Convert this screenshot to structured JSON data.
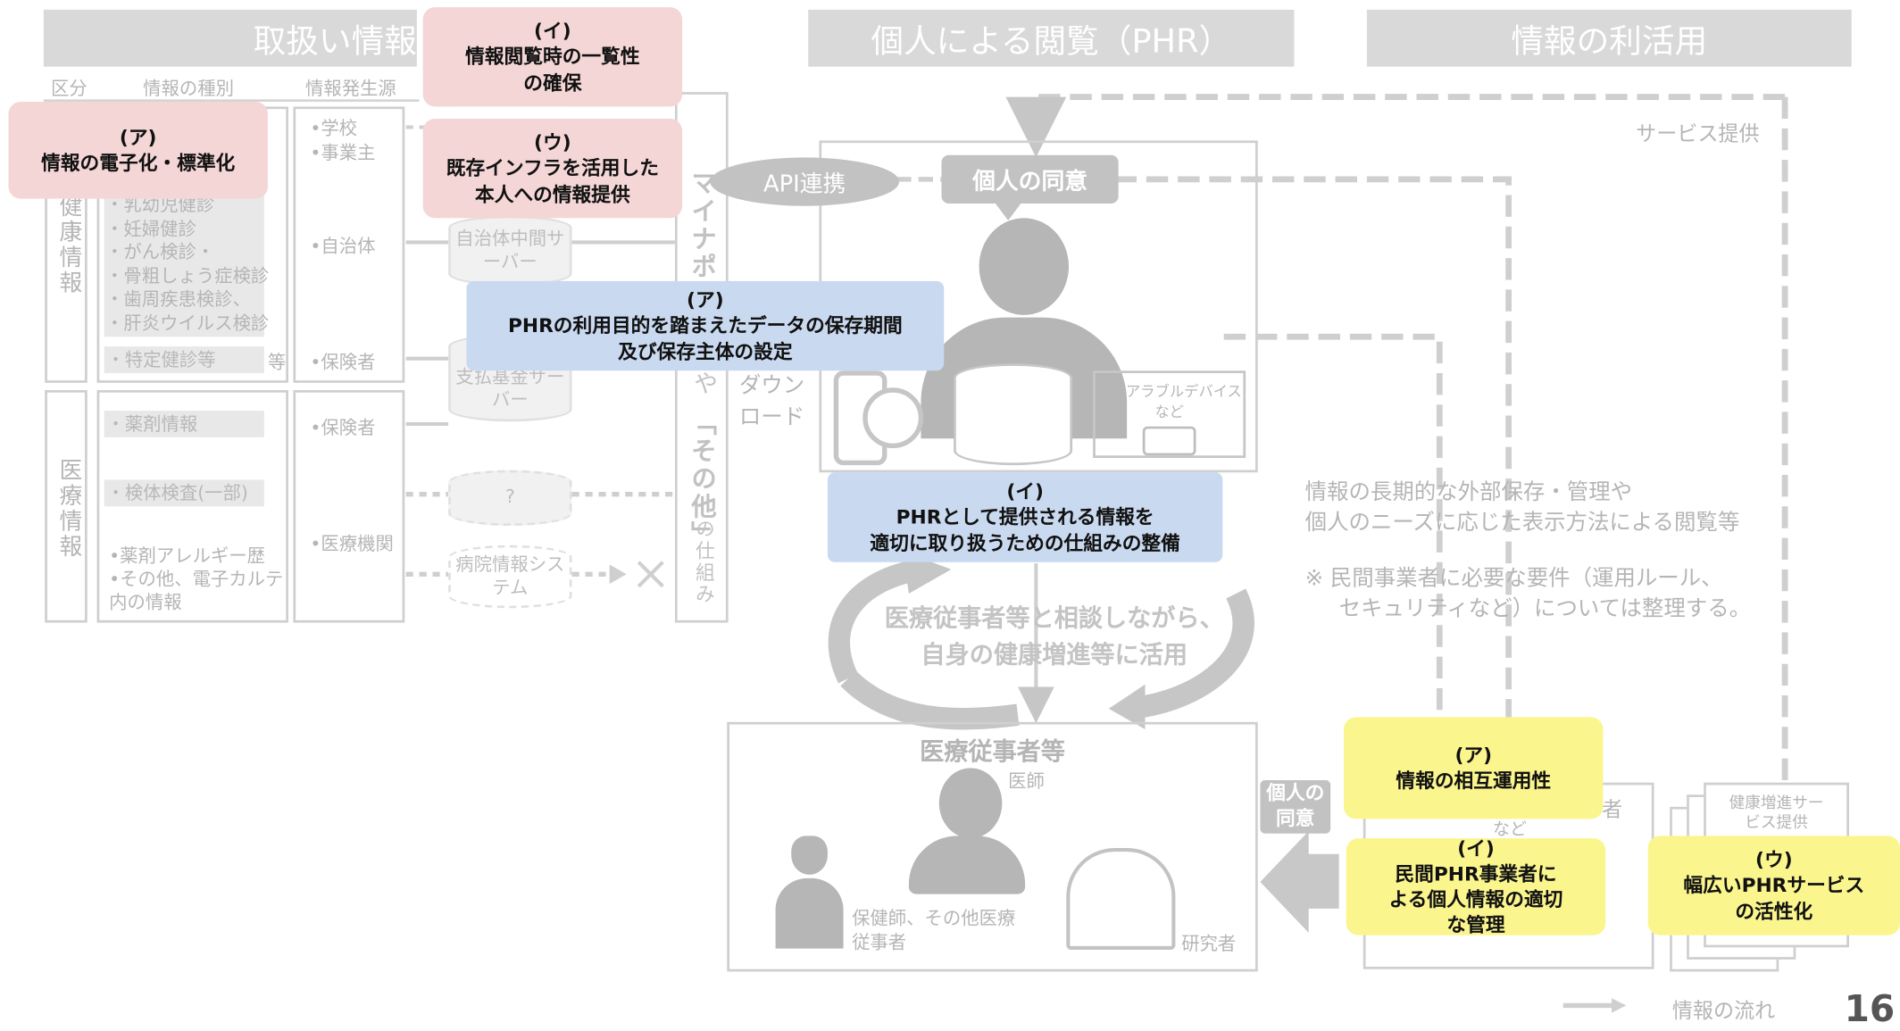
{
  "headers": {
    "handling": "取扱い情報",
    "phr": "個人による閲覧（PHR）",
    "utilization": "情報の利活用"
  },
  "columns": {
    "category": "区分",
    "info_type": "情報の種別",
    "source": "情報発生源"
  },
  "health": {
    "label": "健康情報",
    "items": [
      "・乳幼児健診",
      "・妊婦健診",
      "・がん検診・",
      "・骨粗しょう症検診",
      "・歯周疾患検診、",
      "・肝炎ウイルス検診"
    ],
    "specific": "・特定健診等",
    "specific_suffix": "等",
    "sources": [
      "•学校",
      "•事業主",
      "•自治体",
      "•保険者"
    ]
  },
  "medical": {
    "label": "医療情報",
    "drug": "・薬剤情報",
    "specimen": "・検体検査(一部)",
    "allergy": "•薬剤アレルギー歴",
    "other": "•その他、電子カルテ内の情報",
    "sources": [
      "•保険者",
      "•医療機関"
    ]
  },
  "servers": {
    "municipal": "自治体中間サーバー",
    "payment": "支払基金サーバー",
    "unknown": "?",
    "hospital": "病院情報システム"
  },
  "mynaportal": {
    "main": "マイナポ",
    "sub1": "や",
    "sub2": "「その他」",
    "sub3": "の仕組み"
  },
  "download": "ダウンロード",
  "api": "API連携",
  "consent": "個人の同意",
  "wearable": {
    "title": "ウェアラブルデバイス",
    "sub": "など"
  },
  "consult": {
    "line1": "医療従事者等と相談しながら、",
    "line2": "自身の健康増進等に活用"
  },
  "medical_staff": {
    "title": "医療従事者等",
    "doctor": "医師",
    "nurse": "保健師、その他医療従事者",
    "researcher": "研究者"
  },
  "consent2": "個人の同意",
  "service": "サービス提供",
  "longterm": {
    "line1": "情報の長期的な外部保存・管理や",
    "line2": "個人のニーズに応じた表示方法による閲覧等"
  },
  "note": {
    "line1": "※ 民間事業者に必要な要件（運用ルール、",
    "line2": "セキュリティなど）については整理する。"
  },
  "biz_partial": {
    "a": "者",
    "b": "など"
  },
  "health_service": "健康増進サービス提供",
  "legend": "情報の流れ",
  "page_number": "16",
  "callouts": {
    "pink_a": {
      "tag": "(ア)",
      "text": "情報の電子化・標準化"
    },
    "pink_i": {
      "tag": "(イ)",
      "line1": "情報閲覧時の一覧性",
      "line2": "の確保"
    },
    "pink_u": {
      "tag": "(ウ)",
      "line1": "既存インフラを活用した",
      "line2": "本人への情報提供"
    },
    "blue_a": {
      "tag": "(ア)",
      "line1": "PHRの利用目的を踏まえたデータの保存期間",
      "line2": "及び保存主体の設定"
    },
    "blue_i": {
      "tag": "(イ)",
      "line1": "PHRとして提供される情報を",
      "line2": "適切に取り扱うための仕組みの整備"
    },
    "yellow_a": {
      "tag": "(ア)",
      "text": "情報の相互運用性"
    },
    "yellow_i": {
      "tag": "(イ)",
      "line1": "民間PHR事業者に",
      "line2": "よる個人情報の適切",
      "line3": "な管理"
    },
    "yellow_u": {
      "tag": "(ウ)",
      "line1": "幅広いPHRサービス",
      "line2": "の活性化"
    }
  }
}
